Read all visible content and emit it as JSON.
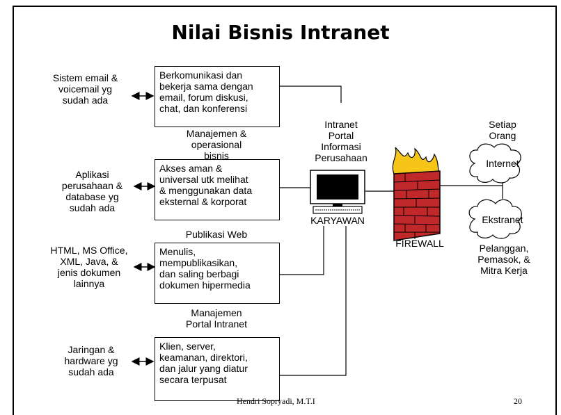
{
  "title": "Nilai Bisnis Intranet",
  "left": [
    "Sistem email &\nvoicemail yg\nsudah ada",
    "Aplikasi\nperusahaan &\ndatabase yg\nsudah ada",
    "HTML, MS Office,\nXML, Java, &\njenis dokumen\nlainnya",
    "Jaringan &\nhardware yg\nsudah ada"
  ],
  "boxes": [
    "Berkomunikasi dan\nbekerja sama dengan\nemail, forum diskusi,\nchat, dan konferensi",
    "Akses aman &\nuniversal utk melihat\n& menggunakan data\neksternal & korporat",
    "Menulis,\nmempublikasikan,\ndan saling berbagi\ndokumen hipermedia",
    "Klien, server,\nkeamanan, direktori,\ndan jalur yang diatur\nsecara terpusat"
  ],
  "captions": [
    "Manajemen &\noperasional\nbisnis",
    "Publikasi Web",
    "Manajemen\nPortal Intranet"
  ],
  "portal_label": "Intranet\nPortal\nInformasi\nPerusahaan",
  "computer_label": "KARYAWAN",
  "firewall_label": "FIREWALL",
  "everyone_label": "Setiap\nOrang",
  "internet_label": "Internet",
  "extranet_label": "Ekstranet",
  "partners_label": "Pelanggan,\nPemasok, &\nMitra Kerja",
  "footer": {
    "author": "Hendri Sopryadi, M.T.I",
    "page": "20"
  },
  "colors": {
    "firewall_brick": "#c0282a",
    "flame": "#f5c518",
    "screen": "#000000"
  },
  "icons": [
    "computer-icon",
    "firewall-icon",
    "cloud-icon"
  ]
}
